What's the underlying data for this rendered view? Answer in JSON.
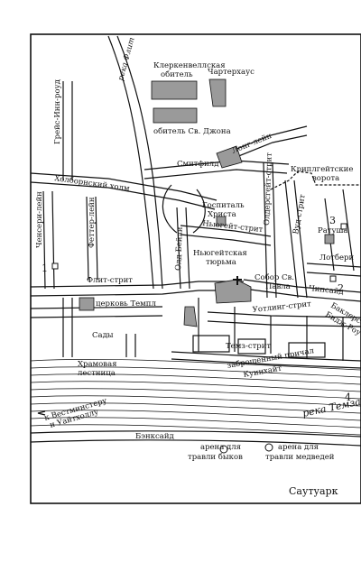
{
  "map": {
    "labels": {
      "clerkenwell": "Клеркенвеллская обитель",
      "clerkenwell_1": "Клеркенвеллская",
      "clerkenwell_2": "обитель",
      "charterhouse": "Чартерхаус",
      "fleet_river": "река Флит",
      "st_john": "обитель Св. Джона",
      "long_lane": "Лонг-лейн",
      "smithfield": "Смитфилд",
      "cripplegate_1": "Криплгейтские",
      "cripplegate_2": "ворота",
      "grays_inn_road": "Грейс-Инн-роуд",
      "holborn_hill": "Холборнский холм",
      "chancery_lane": "Ченсери-лейн",
      "fetter_lane": "Феттер-лейн",
      "hospital_1": "Госпиталь",
      "hospital_2": "Христа",
      "aldersgate": "Олдерсгейт-стрит",
      "wood_street": "Вуд-стрит",
      "old_bailey": "Олд-Бейли",
      "newgate_street": "Ньюгейт-стрит",
      "newgate_prison_1": "Ньюгейтская",
      "newgate_prison_2": "тюрьма",
      "guildhall": "Ратуша",
      "lothbury": "Лотбери",
      "fleet_street": "Флит-стрит",
      "st_paul_1": "Собор Св.",
      "st_paul_2": "Павла",
      "cheapside": "Чипсайд",
      "temple_church": "церковь Темпл",
      "watling_street": "Уотлинг-стрит",
      "bucklersbury_1": "Баклерсбери",
      "bucklersbury_2": "Бидж-Роу",
      "gardens": "Сады",
      "thames_street": "Темз-стрит",
      "temple_stairs_1": "Храмовая",
      "temple_stairs_2": "лестница",
      "queenhithe_1": "заброшенный причал",
      "queenhithe_2": "Куинхайт",
      "to_westminster_1": "к Вестминстеру",
      "to_westminster_2": "и Уайтхоллу",
      "thames": "река Темза",
      "bankside": "Бэнксайд",
      "bull_arena_1": "арена для",
      "bull_arena_2": "травли быков",
      "bear_arena_1": "арена для",
      "bear_arena_2": "травли медведей",
      "southwark": "Саутуарк"
    },
    "numbers": {
      "n1": "1",
      "n2": "2",
      "n3": "3",
      "n4": "4"
    },
    "colors": {
      "ink": "#111111",
      "building": "#9a9a9a",
      "water": "#ffffff",
      "paper": "#ffffff"
    }
  }
}
